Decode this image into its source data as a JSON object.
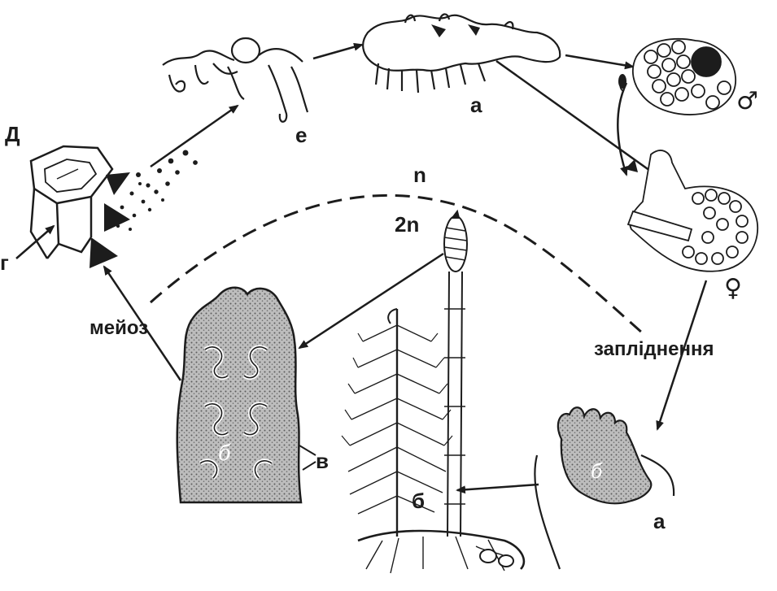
{
  "labels": {
    "d": "Д",
    "g": "г",
    "e": "е",
    "a_top": "а",
    "n": "n",
    "two_n": "2n",
    "meiosis": "мейоз",
    "fertilization": "запліднення",
    "v": "в",
    "b": "б",
    "a_bottom": "а",
    "b_on_strobilus": "б",
    "b_on_sporophyte": "б",
    "male": "♂",
    "female": "♀"
  },
  "colors": {
    "ink": "#1c1c1c",
    "stipple": "#6f6f6f",
    "background": "#ffffff"
  }
}
